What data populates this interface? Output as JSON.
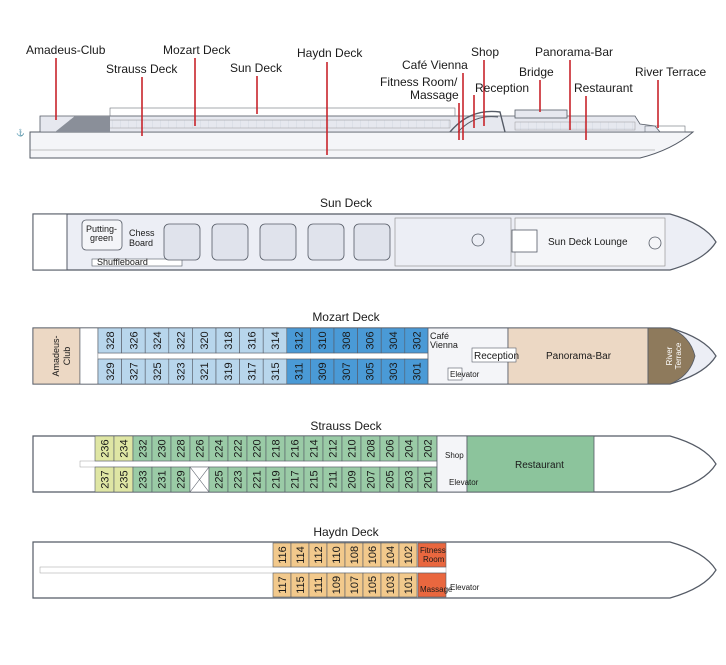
{
  "profile_labels": {
    "amadeus_club": "Amadeus-Club",
    "strauss_deck": "Strauss Deck",
    "mozart_deck": "Mozart Deck",
    "sun_deck": "Sun Deck",
    "haydn_deck": "Haydn Deck",
    "cafe_vienna": "Café Vienna",
    "fitness_line1": "Fitness Room/",
    "fitness_line2": "Massage",
    "shop": "Shop",
    "reception": "Reception",
    "bridge": "Bridge",
    "panorama_bar": "Panorama-Bar",
    "restaurant": "Restaurant",
    "river_terrace": "River Terrace"
  },
  "sun_deck": {
    "title": "Sun Deck",
    "putting_line1": "Putting-",
    "putting_line2": "green",
    "chess_line1": "Chess",
    "chess_line2": "Board",
    "shuffleboard": "Shuffleboard",
    "lounge": "Sun Deck Lounge"
  },
  "mozart_deck": {
    "title": "Mozart Deck",
    "club_line1": "Amadeus-",
    "club_line2": "Club",
    "upper_cabins": [
      "328",
      "326",
      "324",
      "322",
      "320",
      "318",
      "316",
      "314",
      "312",
      "310",
      "308",
      "306",
      "304",
      "302"
    ],
    "lower_cabins": [
      "329",
      "327",
      "325",
      "323",
      "321",
      "319",
      "317",
      "315",
      "311",
      "309",
      "307",
      "305",
      "303",
      "301"
    ],
    "cafe_line1": "Café",
    "cafe_line2": "Vienna",
    "reception": "Reception",
    "elevator": "Elevator",
    "panorama_bar": "Panorama-Bar",
    "terrace_line1": "River",
    "terrace_line2": "Terrace"
  },
  "strauss_deck": {
    "title": "Strauss Deck",
    "upper_cabins": [
      "236",
      "234",
      "232",
      "230",
      "228",
      "226",
      "224",
      "222",
      "220",
      "218",
      "216",
      "214",
      "212",
      "210",
      "208",
      "206",
      "204",
      "202"
    ],
    "lower_cabins": [
      "237",
      "235",
      "233",
      "231",
      "229",
      "",
      "225",
      "223",
      "221",
      "219",
      "217",
      "215",
      "211",
      "209",
      "207",
      "205",
      "203",
      "201"
    ],
    "shop": "Shop",
    "elevator": "Elevator",
    "restaurant": "Restaurant"
  },
  "haydn_deck": {
    "title": "Haydn Deck",
    "upper_cabins": [
      "116",
      "114",
      "112",
      "110",
      "108",
      "106",
      "104",
      "102"
    ],
    "lower_cabins": [
      "117",
      "115",
      "111",
      "109",
      "107",
      "105",
      "103",
      "101"
    ],
    "fitness_line1": "Fitness",
    "fitness_line2": "Room",
    "massage": "Massage",
    "elevator": "Elevator"
  },
  "colors": {
    "outline": "#555b66",
    "deck_fill": "#eceef5",
    "accent_red": "#c8242b",
    "mozart_light_blue": "#b8d6ec",
    "mozart_dark_blue": "#4a9ad6",
    "strauss_yellow": "#dfe6a4",
    "strauss_green": "#9acba6",
    "haydn_orange": "#f2c98c",
    "haydn_fitness": "#e9673f",
    "panorama_tan": "#ecd8c4",
    "restaurant_green": "#8cc49c"
  }
}
